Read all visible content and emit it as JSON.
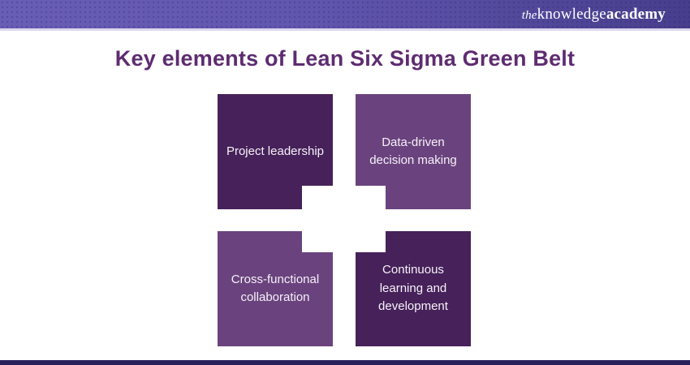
{
  "header": {
    "logo_the": "the",
    "logo_knowledge": "knowledge",
    "logo_academy": "academy",
    "bar_gradient_left": "#695eb6",
    "bar_gradient_right": "#473e8c",
    "underline_color": "#dcd7ec"
  },
  "title": {
    "text": "Key elements of Lean Six Sigma Green Belt",
    "color": "#5e2c71"
  },
  "quadrants": [
    {
      "position": "top-left",
      "label": "Project leadership",
      "color": "#46215a"
    },
    {
      "position": "top-right",
      "label": "Data-driven decision making",
      "color": "#6a437e"
    },
    {
      "position": "bottom-left",
      "label": "Cross-functional collaboration",
      "color": "#6a437e"
    },
    {
      "position": "bottom-right",
      "label": "Continuous learning and development",
      "color": "#46215a"
    }
  ],
  "center_shape": {
    "type": "white-plus",
    "color": "#ffffff"
  },
  "footer": {
    "color": "#29215c"
  }
}
